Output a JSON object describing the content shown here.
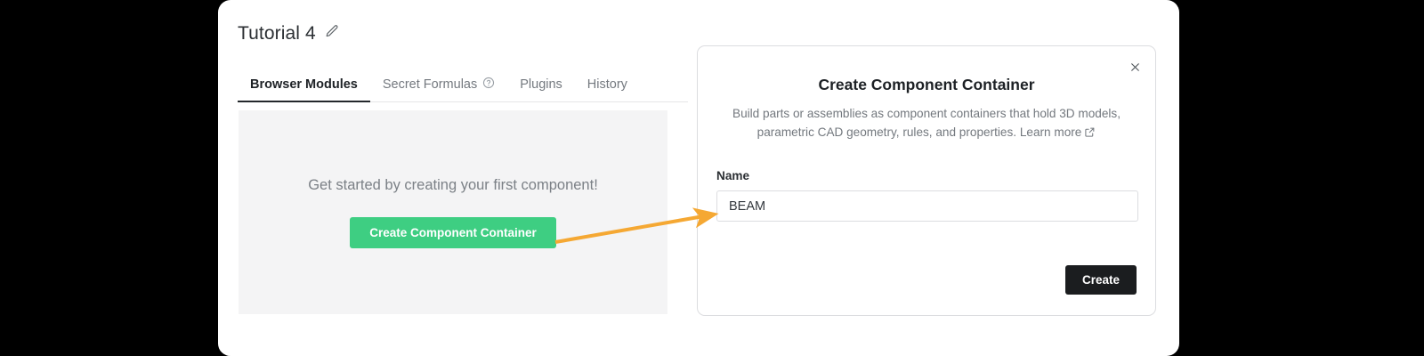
{
  "header": {
    "title": "Tutorial 4",
    "edit_icon": "pencil-icon"
  },
  "tabs": [
    {
      "label": "Browser Modules",
      "active": true,
      "icon": null
    },
    {
      "label": "Secret Formulas",
      "active": false,
      "icon": "help-circle-icon"
    },
    {
      "label": "Plugins",
      "active": false,
      "icon": null
    },
    {
      "label": "History",
      "active": false,
      "icon": null
    }
  ],
  "empty_state": {
    "message": "Get started by creating your first component!",
    "button_label": "Create Component Container",
    "button_color": "#3ece82"
  },
  "modal": {
    "title": "Create Component Container",
    "description": "Build parts or assemblies as component containers that hold 3D models, parametric CAD geometry, rules, and properties.",
    "learn_more_label": "Learn more",
    "learn_more_icon": "external-link-icon",
    "close_icon": "close-icon",
    "field": {
      "label": "Name",
      "value": "BEAM",
      "placeholder": ""
    },
    "submit_label": "Create",
    "submit_color": "#1b1d1f"
  },
  "annotation": {
    "arrow_color": "#f5a833",
    "from": "create-component-container-button",
    "to": "name-input"
  }
}
